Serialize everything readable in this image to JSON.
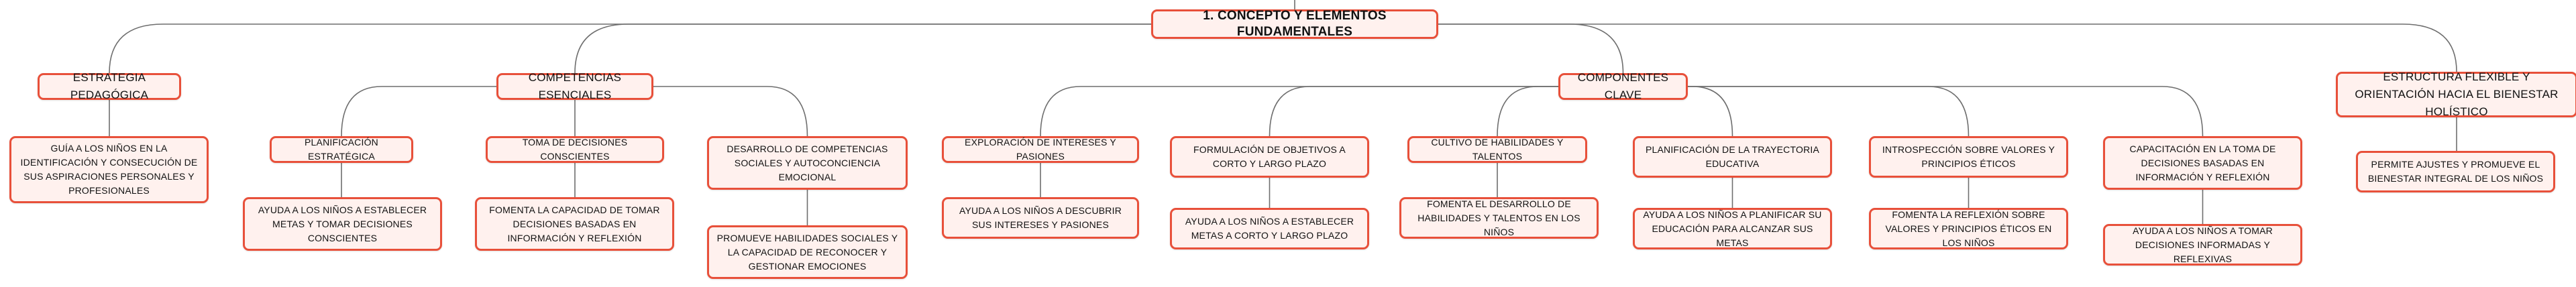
{
  "root": {
    "label": "1. CONCEPTO Y ELEMENTOS FUNDAMENTALES"
  },
  "branches": [
    {
      "label": "ESTRATEGIA PEDAGÓGICA",
      "children": [
        {
          "label": "GUÍA A LOS NIÑOS EN LA IDENTIFICACIÓN Y CONSECUCIÓN DE SUS ASPIRACIONES PERSONALES Y PROFESIONALES"
        }
      ]
    },
    {
      "label": "COMPETENCIAS ESENCIALES",
      "children": [
        {
          "label": "PLANIFICACIÓN ESTRATÉGICA",
          "detail": "AYUDA A LOS NIÑOS A ESTABLECER METAS Y TOMAR DECISIONES CONSCIENTES"
        },
        {
          "label": "TOMA DE DECISIONES CONSCIENTES",
          "detail": "FOMENTA LA CAPACIDAD DE TOMAR DECISIONES BASADAS EN INFORMACIÓN Y REFLEXIÓN"
        },
        {
          "label": "DESARROLLO DE COMPETENCIAS SOCIALES Y AUTOCONCIENCIA EMOCIONAL",
          "detail": "PROMUEVE HABILIDADES SOCIALES Y LA CAPACIDAD DE RECONOCER Y GESTIONAR EMOCIONES"
        }
      ]
    },
    {
      "label": "COMPONENTES CLAVE",
      "children": [
        {
          "label": "EXPLORACIÓN DE INTERESES Y PASIONES",
          "detail": "AYUDA A LOS NIÑOS A DESCUBRIR SUS INTERESES Y PASIONES"
        },
        {
          "label": "FORMULACIÓN DE OBJETIVOS A CORTO Y LARGO PLAZO",
          "detail": "AYUDA A LOS NIÑOS A ESTABLECER METAS A CORTO Y LARGO PLAZO"
        },
        {
          "label": "CULTIVO DE HABILIDADES Y TALENTOS",
          "detail": "FOMENTA EL DESARROLLO DE HABILIDADES Y TALENTOS EN LOS NIÑOS"
        },
        {
          "label": "PLANIFICACIÓN DE LA TRAYECTORIA EDUCATIVA",
          "detail": "AYUDA A LOS NIÑOS A PLANIFICAR SU EDUCACIÓN PARA ALCANZAR SUS METAS"
        },
        {
          "label": "INTROSPECCIÓN SOBRE VALORES Y PRINCIPIOS ÉTICOS",
          "detail": "FOMENTA LA REFLEXIÓN SOBRE VALORES Y PRINCIPIOS ÉTICOS EN LOS NIÑOS"
        },
        {
          "label": "CAPACITACIÓN EN LA TOMA DE DECISIONES BASADAS EN INFORMACIÓN Y REFLEXIÓN",
          "detail": "AYUDA A LOS NIÑOS A TOMAR DECISIONES INFORMADAS Y REFLEXIVAS"
        }
      ]
    },
    {
      "label": "ESTRUCTURA FLEXIBLE Y ORIENTACIÓN HACIA EL BIENESTAR HOLÍSTICO",
      "children": [
        {
          "label": "PERMITE AJUSTES Y PROMUEVE EL BIENESTAR INTEGRAL DE LOS NIÑOS"
        }
      ]
    }
  ],
  "colors": {
    "border": "#e8503a",
    "fill": "#fff1ee",
    "line": "#6e6e6e",
    "text": "#111111"
  }
}
